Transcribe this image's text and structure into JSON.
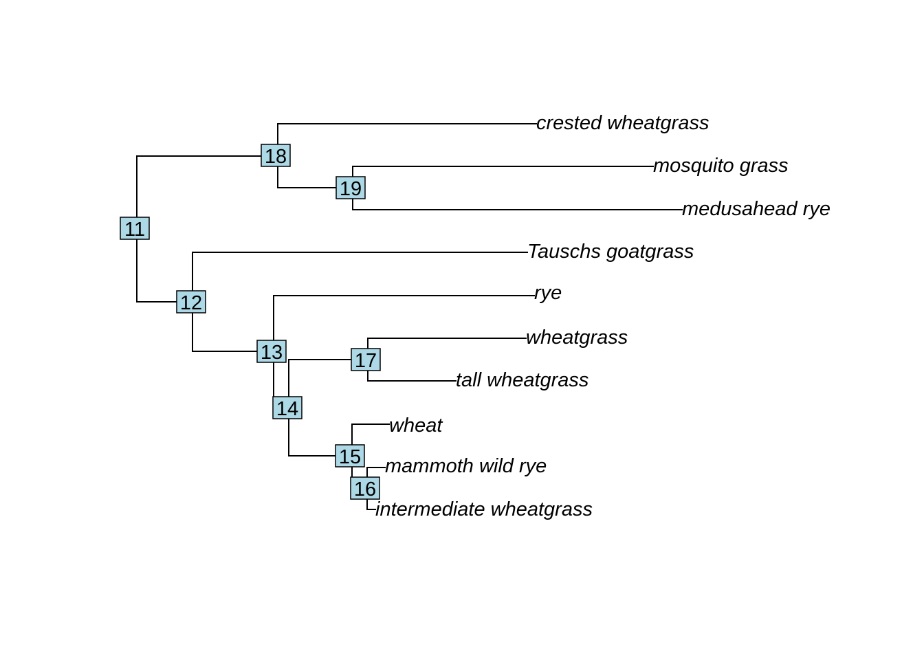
{
  "tree": {
    "node_fill": "#ADD8E6",
    "edge_color": "#000000",
    "tips": [
      "crested wheatgrass",
      "mosquito grass",
      "medusahead rye",
      "Tauschs goatgrass",
      "rye",
      "wheatgrass",
      "tall wheatgrass",
      "wheat",
      "mammoth wild rye",
      "intermediate wheatgrass"
    ],
    "internal_nodes": [
      "11",
      "12",
      "13",
      "14",
      "15",
      "16",
      "17",
      "18",
      "19"
    ]
  }
}
